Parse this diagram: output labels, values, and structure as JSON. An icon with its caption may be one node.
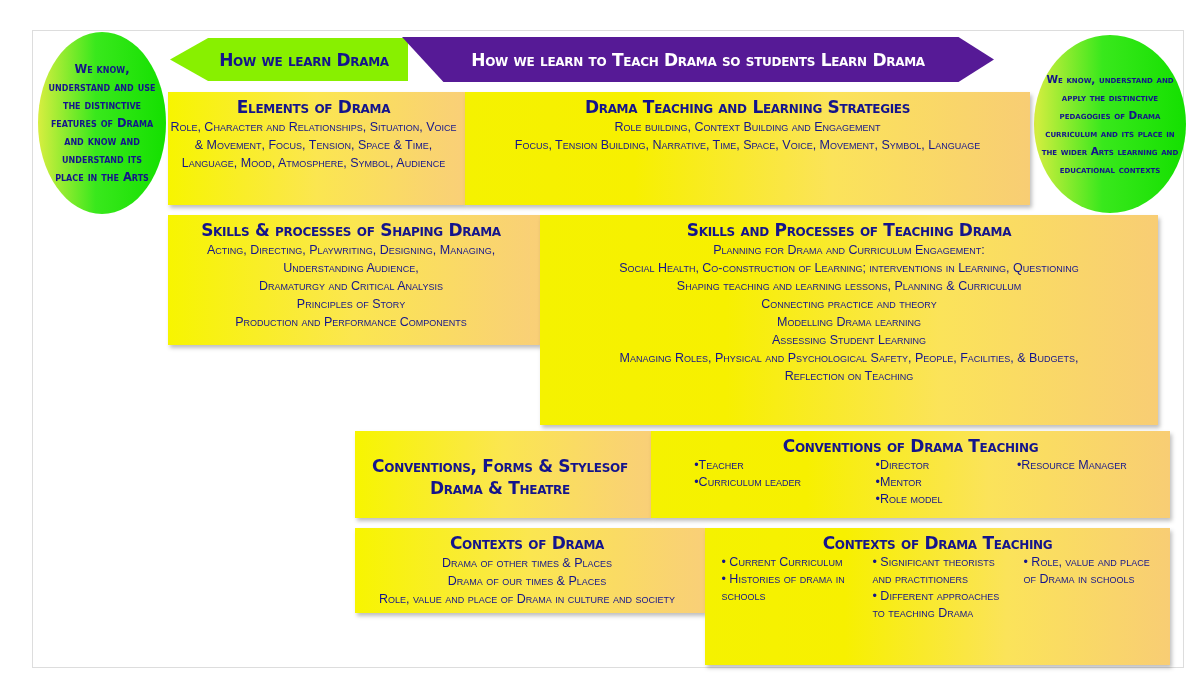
{
  "diagram": {
    "nodes": [
      {
        "text": [
          "We know, understand and use the distinctive features of Drama and know and understand its place in the Arts"
        ]
      },
      {
        "text": [
          "How we learn Drama"
        ]
      },
      {
        "text": [
          "How we learn to Teach Drama so students Learn Drama"
        ]
      },
      {
        "text": [
          "We know, understand and apply the distinctive pedagogies of Drama curriculum and its place in the wider Arts learning and educational contexts"
        ]
      },
      {
        "text": [
          "Elements of Drama",
          "Role, Character and Relationships, Situation, Voice & Movement, Focus, Tension, Space & Time, Language, Mood, Atmosphere, Symbol, Audience"
        ]
      },
      {
        "text": [
          "Drama Teaching and Learning Strategies",
          "Role building, Context Building and Engagement",
          "Focus, Tension Building, Narrative, Time, Space, Voice, Movement, Symbol, Language"
        ]
      },
      {
        "text": [
          "Skills & processes of Shaping Drama",
          "Acting, Directing, Playwriting, Designing, Managing, Understanding Audience,",
          "Dramaturgy and Critical Analysis",
          "Principles of Story",
          "Production and Performance Components"
        ]
      },
      {
        "text": [
          "Skills and Processes of Teaching Drama",
          "Planning for Drama and Curriculum Engagement:",
          "Social Health, Co-construction of Learning; interventions in Learning, Questioning",
          "Shaping teaching and learning lessons, Planning & Curriculum",
          "Connecting practice and theory",
          "Modelling Drama learning",
          "Assessing Student Learning",
          "Managing Roles, Physical and Psychological Safety, People, Facilities, & Budgets,",
          "Reflection on Teaching"
        ]
      },
      {
        "text": [
          "Conventions, Forms & Stylesof Drama & Theatre"
        ]
      },
      {
        "text": [
          "Conventions of Drama Teaching",
          "•Teacher",
          "•Curriculum leader",
          "•Director",
          "•Mentor",
          "•Role model",
          "•Resource Manager"
        ]
      },
      {
        "text": [
          "Contexts of Drama",
          "Drama of other times & Places",
          "Drama of our times & Places",
          "Role, value and place of Drama in culture and society"
        ]
      },
      {
        "text": [
          "Contexts of Drama Teaching",
          "• Current Curriculum",
          "• Histories of drama in schools",
          "• Significant theorists and practitioners",
          "• Different approaches to teaching Drama",
          "• Role, value and place of Drama in schools"
        ]
      }
    ],
    "edges": []
  }
}
